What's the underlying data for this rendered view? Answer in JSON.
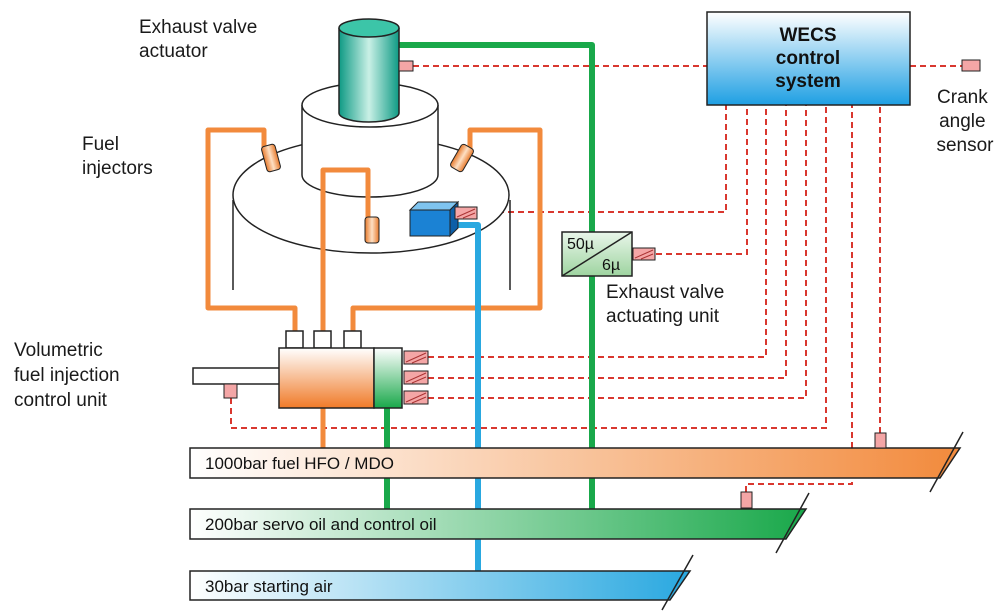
{
  "labels": {
    "exhaust_valve_actuator": [
      "Exhaust valve",
      "actuator"
    ],
    "fuel_injectors": [
      "Fuel",
      "injectors"
    ],
    "wecs": [
      "WECS",
      "control",
      "system"
    ],
    "crank_angle_sensor": [
      "Crank",
      "angle",
      "sensor"
    ],
    "exhaust_valve_actuating_unit": [
      "Exhaust valve",
      "actuating unit"
    ],
    "volumetric_unit": [
      "Volumetric",
      "fuel injection",
      "control unit"
    ],
    "filter_in": "50µ",
    "filter_out": "6µ"
  },
  "pipes": {
    "fuel": "1000bar fuel HFO / MDO",
    "servo_oil": "200bar servo oil and control oil",
    "starting_air": "30bar starting air"
  },
  "colors": {
    "fuel_orange": "#f28a3c",
    "servo_green": "#19a84a",
    "air_blue": "#29a8e0",
    "signal_red": "#d9372f",
    "wecs_top": "#ffffff",
    "wecs_bottom": "#1e9fe3"
  }
}
